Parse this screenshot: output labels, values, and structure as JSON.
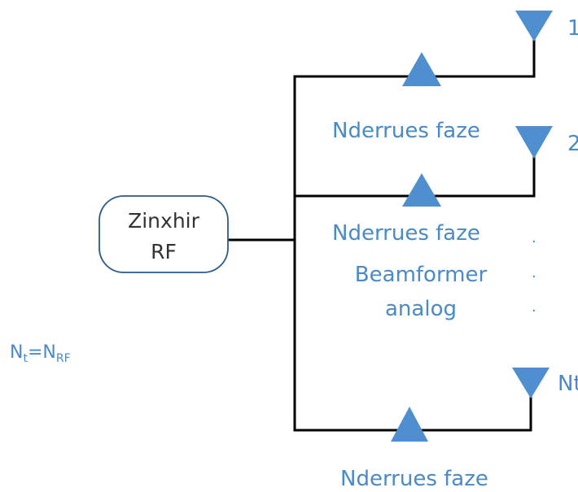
{
  "rf_chain": {
    "line1": "Zinxhir",
    "line2": "RF"
  },
  "branches": [
    {
      "phase_label": "Nderrues faze",
      "antenna_label": "1"
    },
    {
      "phase_label": "Nderrues faze",
      "antenna_label": "2"
    },
    {
      "phase_label": "Nderrues faze",
      "antenna_label": "Nt"
    }
  ],
  "beamformer": {
    "line1": "Beamformer",
    "line2": "analog"
  },
  "ellipsis": {
    "dot1": ".",
    "dot2": ".",
    "dot3": "."
  },
  "formula": {
    "n1": "N",
    "t": "t",
    "eq": "=N",
    "rf": "RF"
  },
  "colors": {
    "accent": "#4f8fd0",
    "label_text": "#4a8ac7",
    "box_border": "#2e5a8a",
    "wire": "#000000"
  }
}
